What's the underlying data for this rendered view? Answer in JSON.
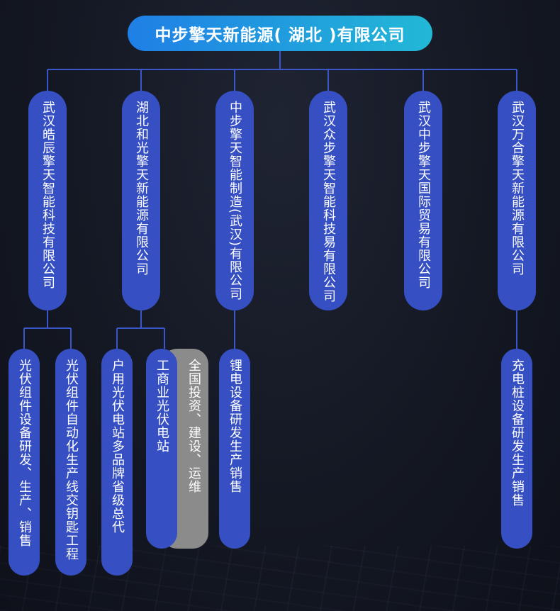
{
  "root": {
    "label": "中步擎天新能源( 湖北 )有限公司"
  },
  "companies": [
    {
      "label": "武汉皓辰擎天智能科技有限公司"
    },
    {
      "label": "湖北和光擎天新能源有限公司"
    },
    {
      "label": "中步擎天智能制造(武汉)有限公司"
    },
    {
      "label": "武汉众步擎天智能科技易有限公司"
    },
    {
      "label": "武汉中步擎天国际贸易有限公司"
    },
    {
      "label": "武汉万合擎天新能源有限公司"
    }
  ],
  "businesses": [
    {
      "label": "光伏组件设备研发、生产、销售"
    },
    {
      "label": "光伏组件自动化生产线交钥匙工程"
    },
    {
      "label": "户用光伏电站多品牌省级总代"
    },
    {
      "label": "工商业光伏电站"
    },
    {
      "label": "全国投资、建设、运维"
    },
    {
      "label": "锂电设备研发生产销售"
    },
    {
      "label": "充电桩设备研发生产销售"
    }
  ],
  "colors": {
    "node_fill": "#3650c4",
    "connector": "#3a56c8",
    "secondary_fill": "#8b8b8b",
    "root_gradient_start": "#1f7fe6",
    "root_gradient_end": "#22b8d6"
  }
}
